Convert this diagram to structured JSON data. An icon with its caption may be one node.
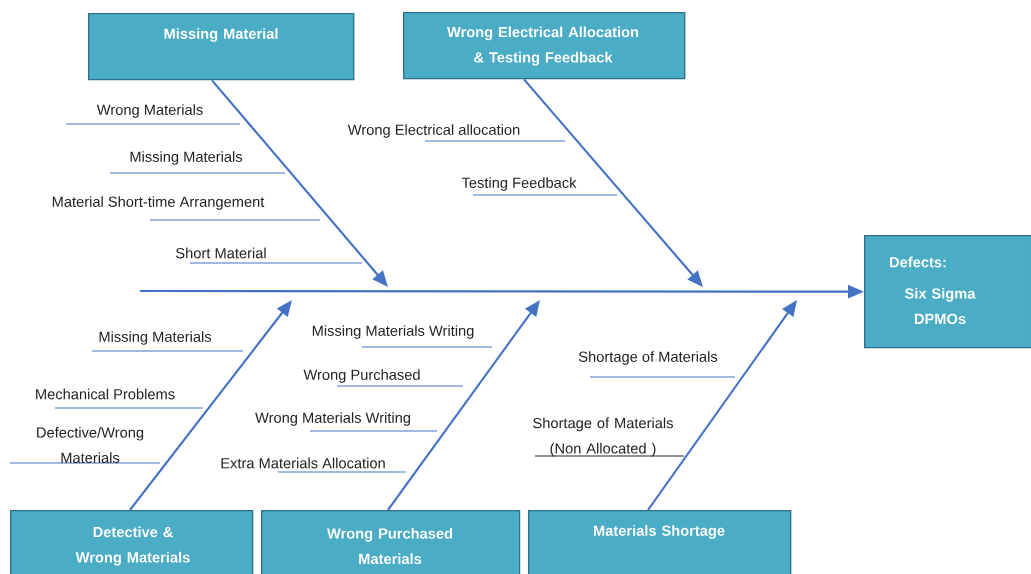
{
  "diagram": {
    "nodes": [
      {
        "text": [
          "Missing Material"
        ]
      },
      {
        "text": [
          "Wrong Electrical Allocation & Testing Feedback"
        ]
      },
      {
        "text": [
          "Detective & Wrong Materials"
        ]
      },
      {
        "text": [
          "Wrong Purchased Materials"
        ]
      },
      {
        "text": [
          "Materials Shortage"
        ]
      },
      {
        "text": [
          "Defects:",
          "Six Sigma DPMOs"
        ]
      }
    ],
    "edges": [
      {
        "from": null,
        "to": 5,
        "arrow": "to"
      },
      {
        "from": 0,
        "to": null,
        "arrow": "to"
      },
      {
        "from": 1,
        "to": null,
        "arrow": "to"
      },
      {
        "from": 2,
        "to": null,
        "arrow": "to"
      },
      {
        "from": 3,
        "to": null,
        "arrow": "to"
      },
      {
        "from": 4,
        "to": null,
        "arrow": "to"
      }
    ],
    "labels": [
      "Wrong Materials",
      "Missing Materials",
      "Material Short-time Arrangement",
      "Short Material",
      "Wrong Electrical allocation",
      "Testing Feedback",
      "Missing Materials",
      "Mechanical Problems",
      "Defective/Wrong Materials",
      "Missing Materials Writing",
      "Wrong Purchased",
      "Wrong Materials Writing",
      "Extra Materials Allocation",
      "Shortage of Materials",
      "Shortage of Materials (Non Allocated )"
    ]
  }
}
